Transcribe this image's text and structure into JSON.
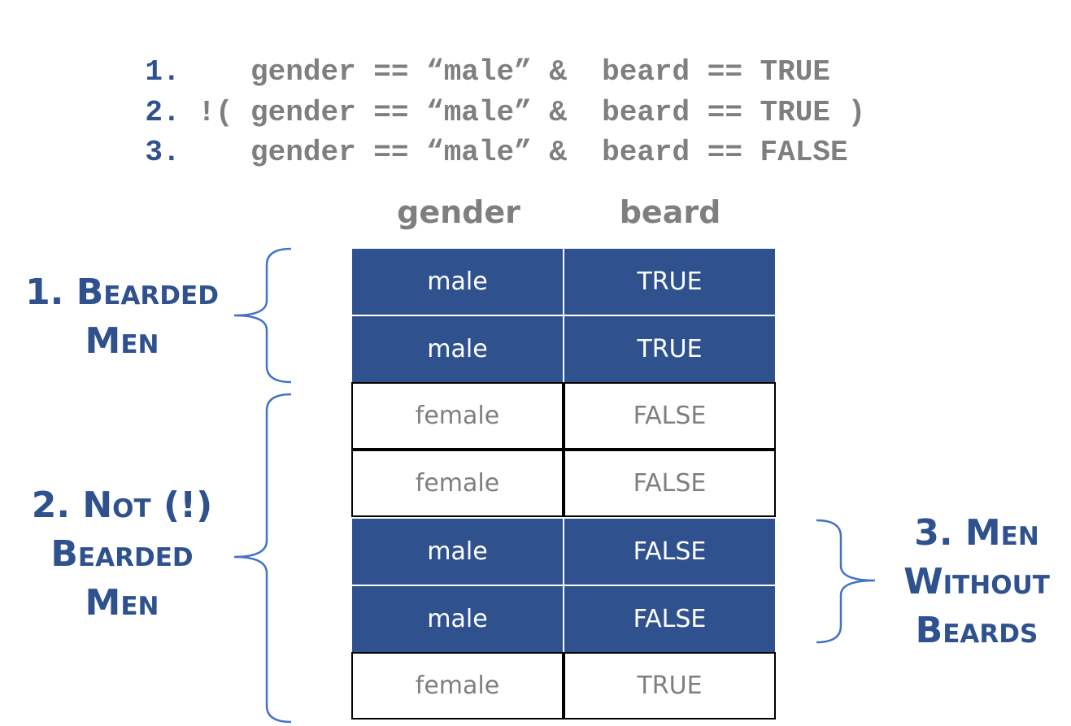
{
  "code_lines": [
    {
      "num": "1.",
      "expr": "    gender == “male” &  beard == TRUE"
    },
    {
      "num": "2.",
      "expr": " !( gender == “male” &  beard == TRUE )"
    },
    {
      "num": "3.",
      "expr": "    gender == “male” &  beard == FALSE"
    }
  ],
  "table": {
    "headers": [
      "gender",
      "beard"
    ],
    "rows": [
      {
        "gender": "male",
        "beard": "TRUE"
      },
      {
        "gender": "male",
        "beard": "TRUE"
      },
      {
        "gender": "female",
        "beard": "FALSE"
      },
      {
        "gender": "female",
        "beard": "FALSE"
      },
      {
        "gender": "male",
        "beard": "FALSE"
      },
      {
        "gender": "male",
        "beard": "FALSE"
      },
      {
        "gender": "female",
        "beard": "TRUE"
      }
    ]
  },
  "groups": {
    "one": {
      "lines": [
        "1. Bearded",
        "Men"
      ]
    },
    "two": {
      "lines": [
        "2. Not (!)",
        "Bearded",
        "Men"
      ]
    },
    "three": {
      "lines": [
        "3. Men",
        "Without",
        "Beards"
      ]
    }
  },
  "colors": {
    "highlight": "#2f528f",
    "brace": "#4472c4",
    "gray_text": "#7f7f7f",
    "number_blue": "#2f528f"
  }
}
